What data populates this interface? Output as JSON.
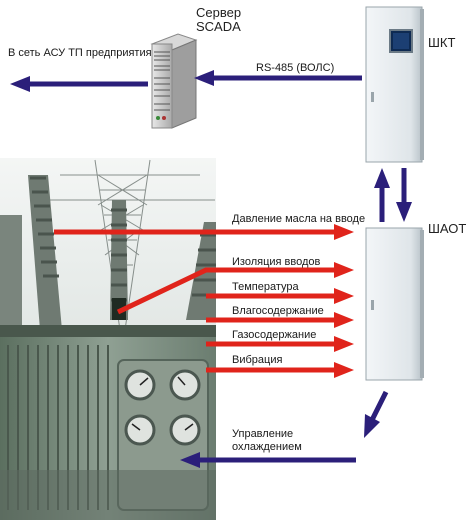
{
  "labels": {
    "server_title": "Сервер",
    "server_subtitle": "SCADA",
    "shkt": "ШКТ",
    "shaot": "ШАОТ",
    "to_asu": "В сеть АСУ ТП предприятия",
    "rs485": "RS-485 (ВОЛС)",
    "oil_pressure": "Давление масла на вводе",
    "insulation": "Изоляция вводов",
    "temperature": "Температура",
    "moisture": "Влагосодержание",
    "gas": "Газосодержание",
    "vibration": "Вибрация",
    "cooling_line1": "Управление",
    "cooling_line2": "охлаждением"
  },
  "colors": {
    "blue_arrow": "#2b1f7a",
    "red_arrow": "#e0241b",
    "cabinet": "#e6ebee",
    "screen": "#1c3f73"
  },
  "icons": {
    "server": "server-rack-icon",
    "cabinet_shkt": "control-cabinet-icon",
    "cabinet_shaot": "control-cabinet-icon",
    "transformer": "power-transformer-photo"
  }
}
